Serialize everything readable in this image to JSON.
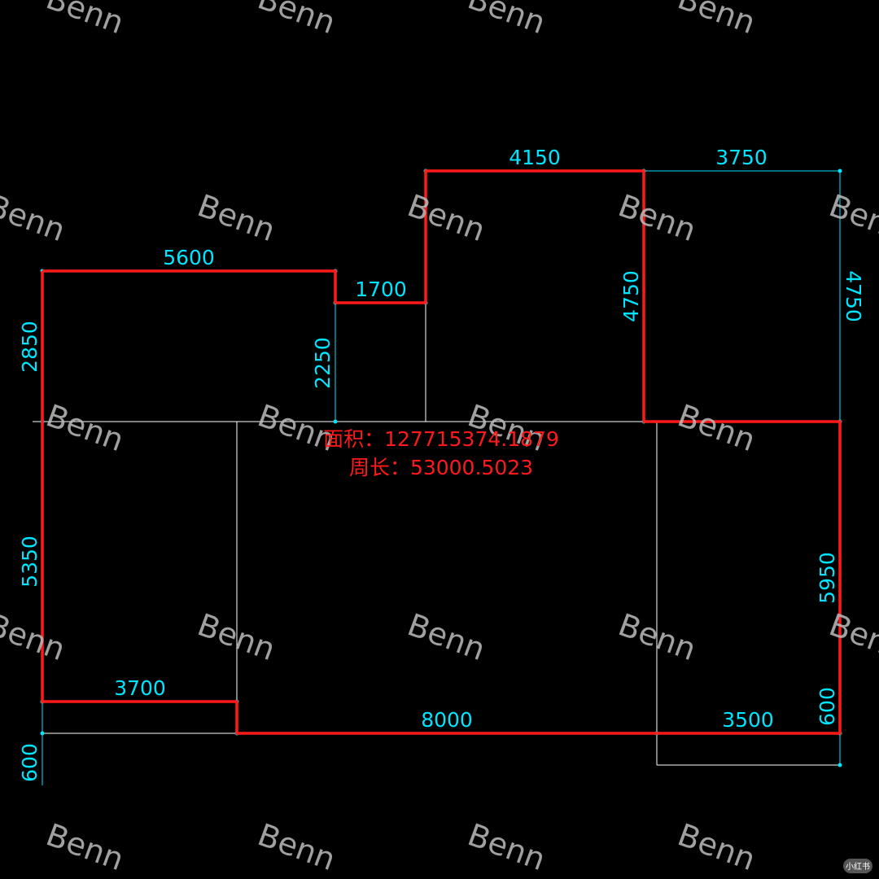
{
  "colors": {
    "background": "#000000",
    "outline": "#ff1a1a",
    "dimension": "#00e5ff",
    "construction": "#ffffff",
    "watermark": "#bdbdbd",
    "result_text": "#ff1a1a"
  },
  "dimensions": {
    "d5600": "5600",
    "d1700": "1700",
    "d4150": "4150",
    "d3750": "3750",
    "d2850": "2850",
    "d2250": "2250",
    "d4750_left": "4750",
    "d4750_right": "4750",
    "d5350": "5350",
    "d5950": "5950",
    "d3700": "3700",
    "d8000": "8000",
    "d3500": "3500",
    "d600_left": "600",
    "d600_right": "600"
  },
  "result": {
    "area_label": "面积：127715374.1879",
    "perimeter_label": "周长：53000.5023"
  },
  "watermark": {
    "text": "Benn"
  },
  "badge": {
    "text": "小红书"
  }
}
